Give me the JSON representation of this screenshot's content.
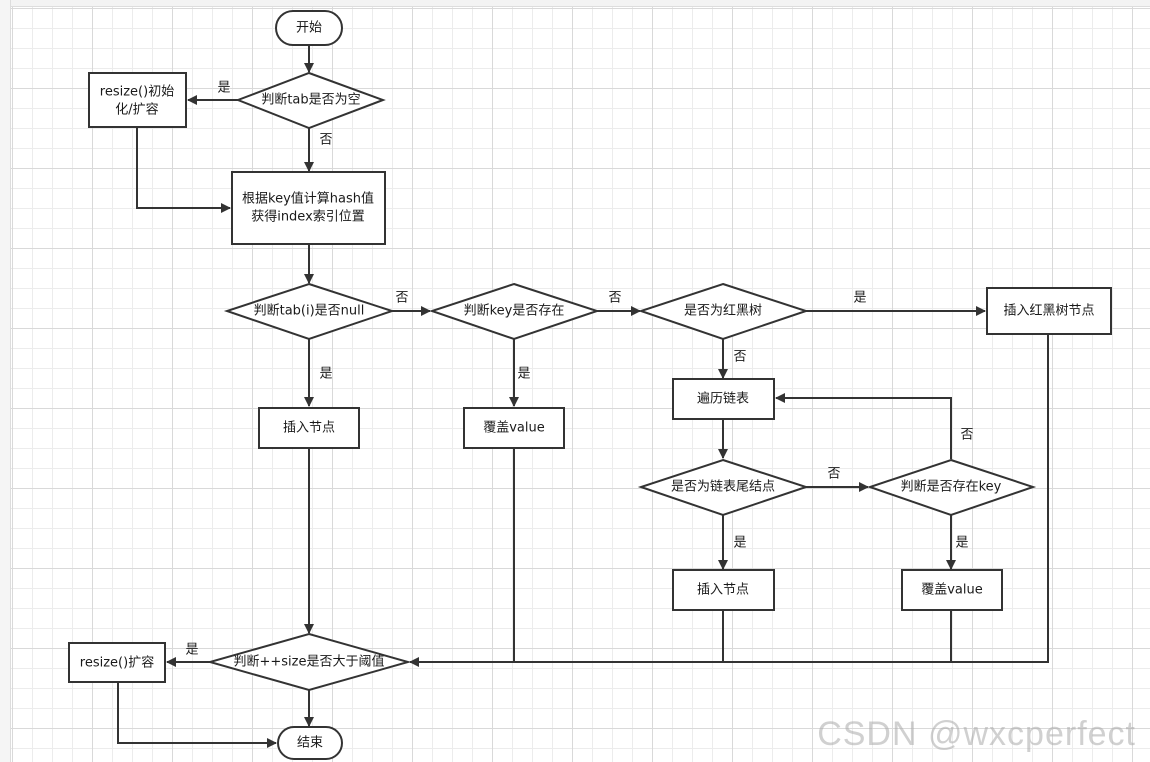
{
  "nodes": {
    "start": "开始",
    "tab_empty": "判断tab是否为空",
    "resize_init_1": "resize()初始",
    "resize_init_2": "化/扩容",
    "hash_1": "根据key值计算hash值",
    "hash_2": "获得index索引位置",
    "tab_i_null": "判断tab(i)是否null",
    "key_exists": "判断key是否存在",
    "is_tree": "是否为红黑树",
    "insert_tree": "插入红黑树节点",
    "insert_node_1": "插入节点",
    "cover_value_1": "覆盖value",
    "traverse_list": "遍历链表",
    "is_tail": "是否为链表尾结点",
    "key_exists_2": "判断是否存在key",
    "insert_node_2": "插入节点",
    "cover_value_2": "覆盖value",
    "size_check": "判断++size是否大于阈值",
    "resize": "resize()扩容",
    "end": "结束"
  },
  "labels": {
    "yes": "是",
    "no": "否"
  },
  "watermark": "CSDN @wxcperfect",
  "colors": {
    "stroke": "#333333",
    "fill": "#ffffff",
    "grid": "#d9d9d9"
  }
}
